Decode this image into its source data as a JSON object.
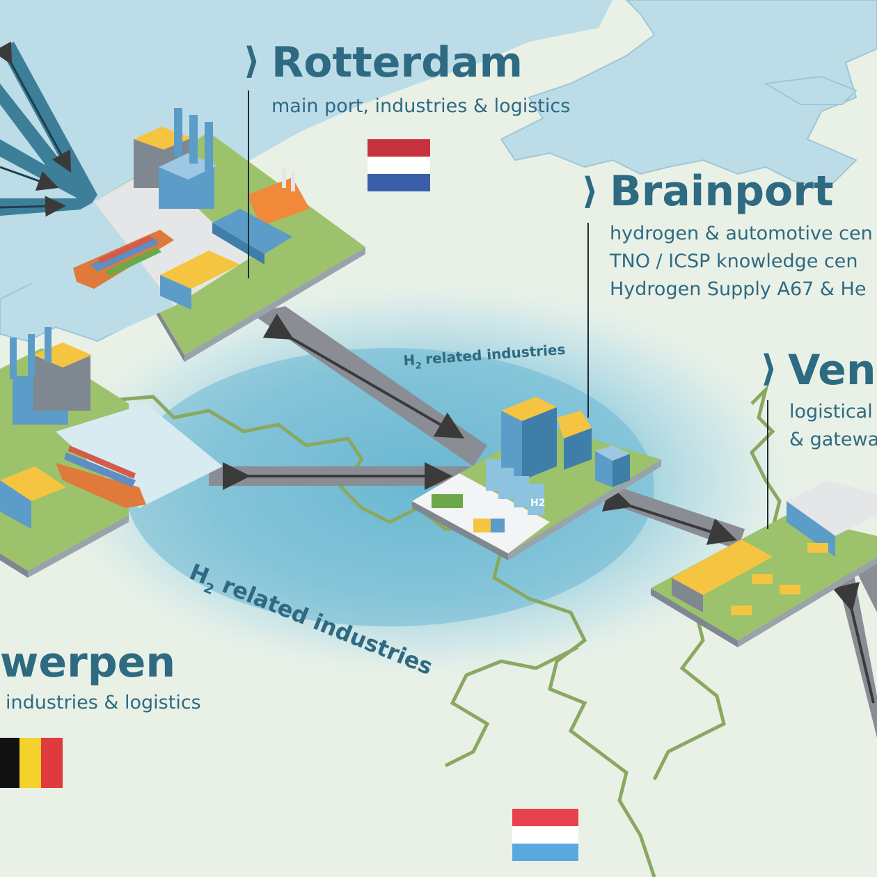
{
  "colors": {
    "water": "#bcdce8",
    "land": "#e9f1e7",
    "halo": "#7ec3d9",
    "text": "#2e6a82",
    "border": "#8aa85f",
    "road": "#8a8d94",
    "nl_red": "#c8313e",
    "nl_blue": "#3a5fa8",
    "be_black": "#111111",
    "be_yellow": "#f5d22b",
    "be_red": "#e03a3e",
    "lu_red": "#e8424f",
    "lu_blue": "#5aa8e0"
  },
  "labels": {
    "rotterdam": {
      "title": "Rotterdam",
      "sub": "main port, industries & logistics"
    },
    "brainport": {
      "title": "Brainport",
      "lines": [
        "hydrogen & automotive cen",
        "TNO / ICSP knowledge cen",
        "Hydrogen Supply A67 & He"
      ]
    },
    "venlo": {
      "title": "Venl",
      "lines": [
        "logistical",
        "& gatewa"
      ]
    },
    "antwerpen": {
      "title": "werpen",
      "sub": "industries & logistics"
    }
  },
  "zones": {
    "upper": {
      "h": "H",
      "sub": "2",
      "text": "related industries"
    },
    "lower": {
      "h": "H",
      "sub": "2",
      "text": "related industries"
    }
  },
  "hub_sign": "H2",
  "flags": [
    "netherlands-flag",
    "belgium-flag",
    "luxembourg-flag"
  ]
}
